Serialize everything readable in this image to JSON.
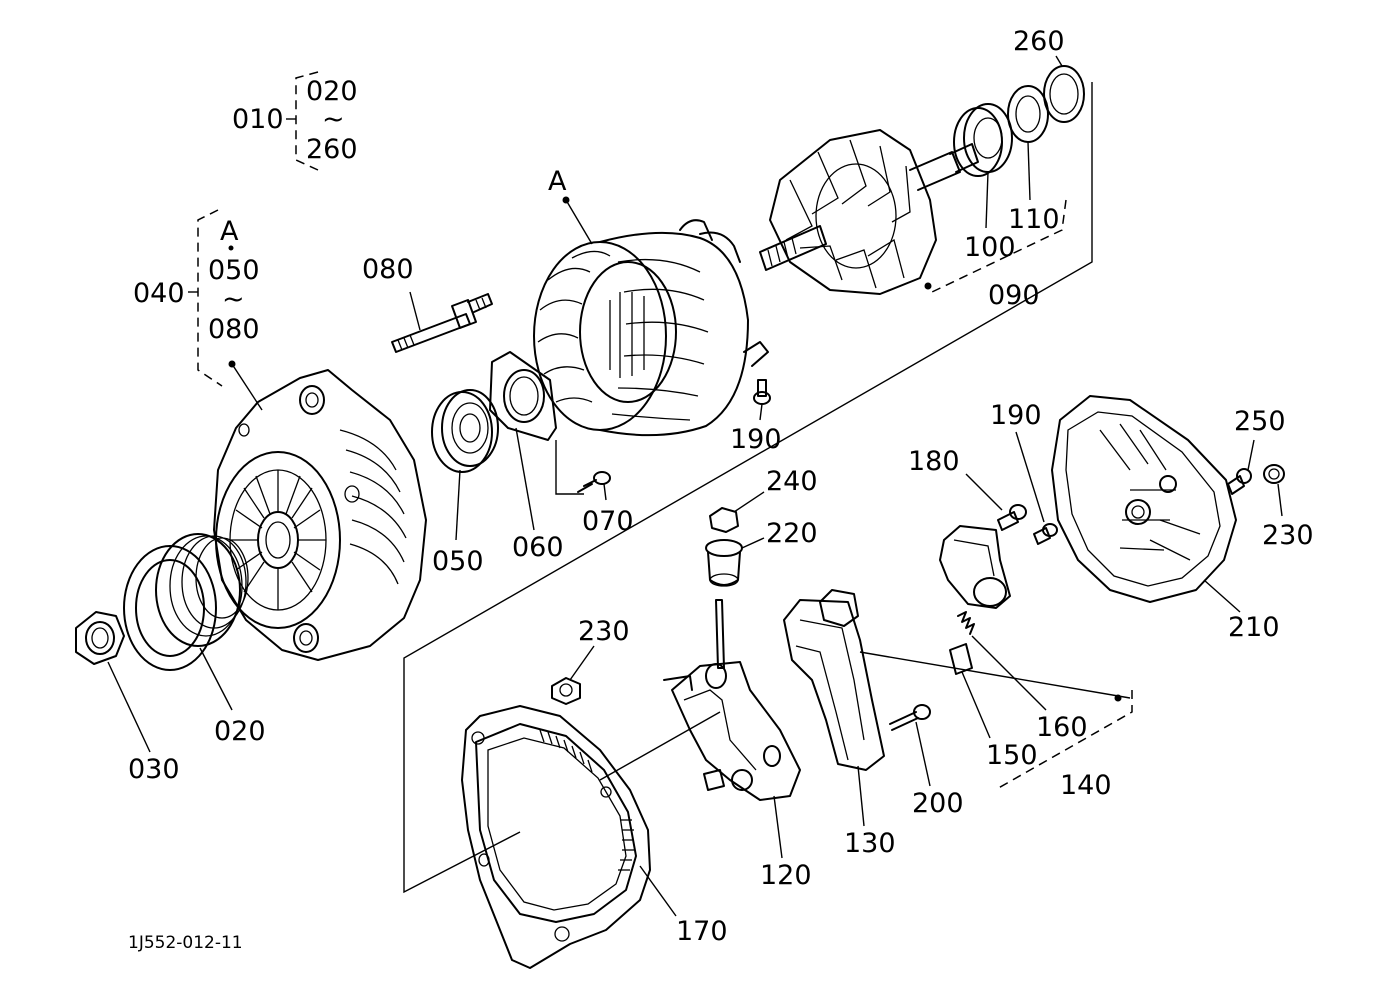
{
  "labels": {
    "p010": "010",
    "p020_range": "020",
    "p260_range": "260",
    "p020": "020",
    "p030": "030",
    "p040": "040",
    "p050_range": "050",
    "p080_range": "080",
    "ref_a1": "A",
    "ref_a2": "A",
    "p050": "050",
    "p060": "060",
    "p070": "070",
    "p080": "080",
    "p090": "090",
    "p100": "100",
    "p110": "110",
    "p120": "120",
    "p130": "130",
    "p140": "140",
    "p150": "150",
    "p160": "160",
    "p170": "170",
    "p180": "180",
    "p190a": "190",
    "p190b": "190",
    "p200": "200",
    "p210": "210",
    "p220": "220",
    "p230a": "230",
    "p230b": "230",
    "p240": "240",
    "p250": "250",
    "p260": "260",
    "tilde1": "~",
    "tilde2": "~"
  },
  "drawing_number": "1J552-012-11"
}
